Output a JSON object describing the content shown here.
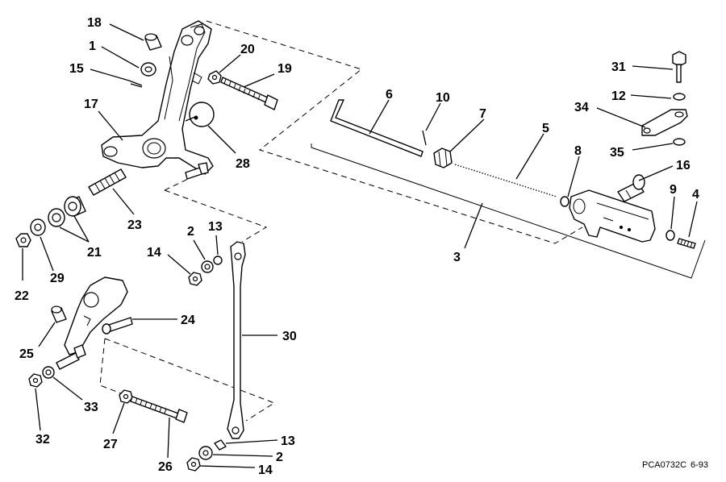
{
  "figure": {
    "code": "PCA0732C",
    "date": "6-93"
  },
  "callouts": [
    {
      "id": "c18",
      "label": "18"
    },
    {
      "id": "c1",
      "label": "1"
    },
    {
      "id": "c15",
      "label": "15"
    },
    {
      "id": "c17",
      "label": "17"
    },
    {
      "id": "c20",
      "label": "20"
    },
    {
      "id": "c19",
      "label": "19"
    },
    {
      "id": "c28",
      "label": "28"
    },
    {
      "id": "c23",
      "label": "23"
    },
    {
      "id": "c21",
      "label": "21"
    },
    {
      "id": "c22",
      "label": "22"
    },
    {
      "id": "c29",
      "label": "29"
    },
    {
      "id": "c2a",
      "label": "2"
    },
    {
      "id": "c13a",
      "label": "13"
    },
    {
      "id": "c14a",
      "label": "14"
    },
    {
      "id": "c24",
      "label": "24"
    },
    {
      "id": "c25",
      "label": "25"
    },
    {
      "id": "c30",
      "label": "30"
    },
    {
      "id": "c33",
      "label": "33"
    },
    {
      "id": "c32",
      "label": "32"
    },
    {
      "id": "c27",
      "label": "27"
    },
    {
      "id": "c26",
      "label": "26"
    },
    {
      "id": "c13b",
      "label": "13"
    },
    {
      "id": "c2b",
      "label": "2"
    },
    {
      "id": "c14b",
      "label": "14"
    },
    {
      "id": "c6",
      "label": "6"
    },
    {
      "id": "c10",
      "label": "10"
    },
    {
      "id": "c7",
      "label": "7"
    },
    {
      "id": "c5",
      "label": "5"
    },
    {
      "id": "c8",
      "label": "8"
    },
    {
      "id": "c3",
      "label": "3"
    },
    {
      "id": "c31",
      "label": "31"
    },
    {
      "id": "c12",
      "label": "12"
    },
    {
      "id": "c34",
      "label": "34"
    },
    {
      "id": "c35",
      "label": "35"
    },
    {
      "id": "c16",
      "label": "16"
    },
    {
      "id": "c9",
      "label": "9"
    },
    {
      "id": "c4",
      "label": "4"
    }
  ]
}
